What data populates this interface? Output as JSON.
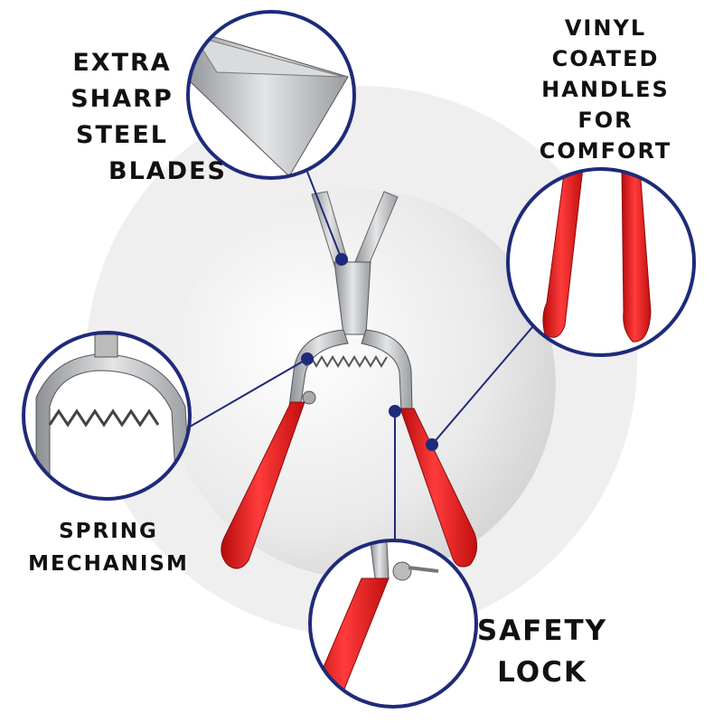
{
  "colors": {
    "accent": "#1f2a7a",
    "handle": "#e11b1b",
    "steel": "#b5b8bb",
    "backdrop": "#ececec"
  },
  "labels": {
    "blades": [
      "EXTRA",
      "SHARP",
      "STEEL",
      "BLADES"
    ],
    "handles": [
      "VINYL",
      "COATED",
      "HANDLES",
      "FOR",
      "COMFORT"
    ],
    "spring": [
      "SPRING",
      "MECHANISM"
    ],
    "lock": [
      "SAFETY",
      "LOCK"
    ]
  }
}
